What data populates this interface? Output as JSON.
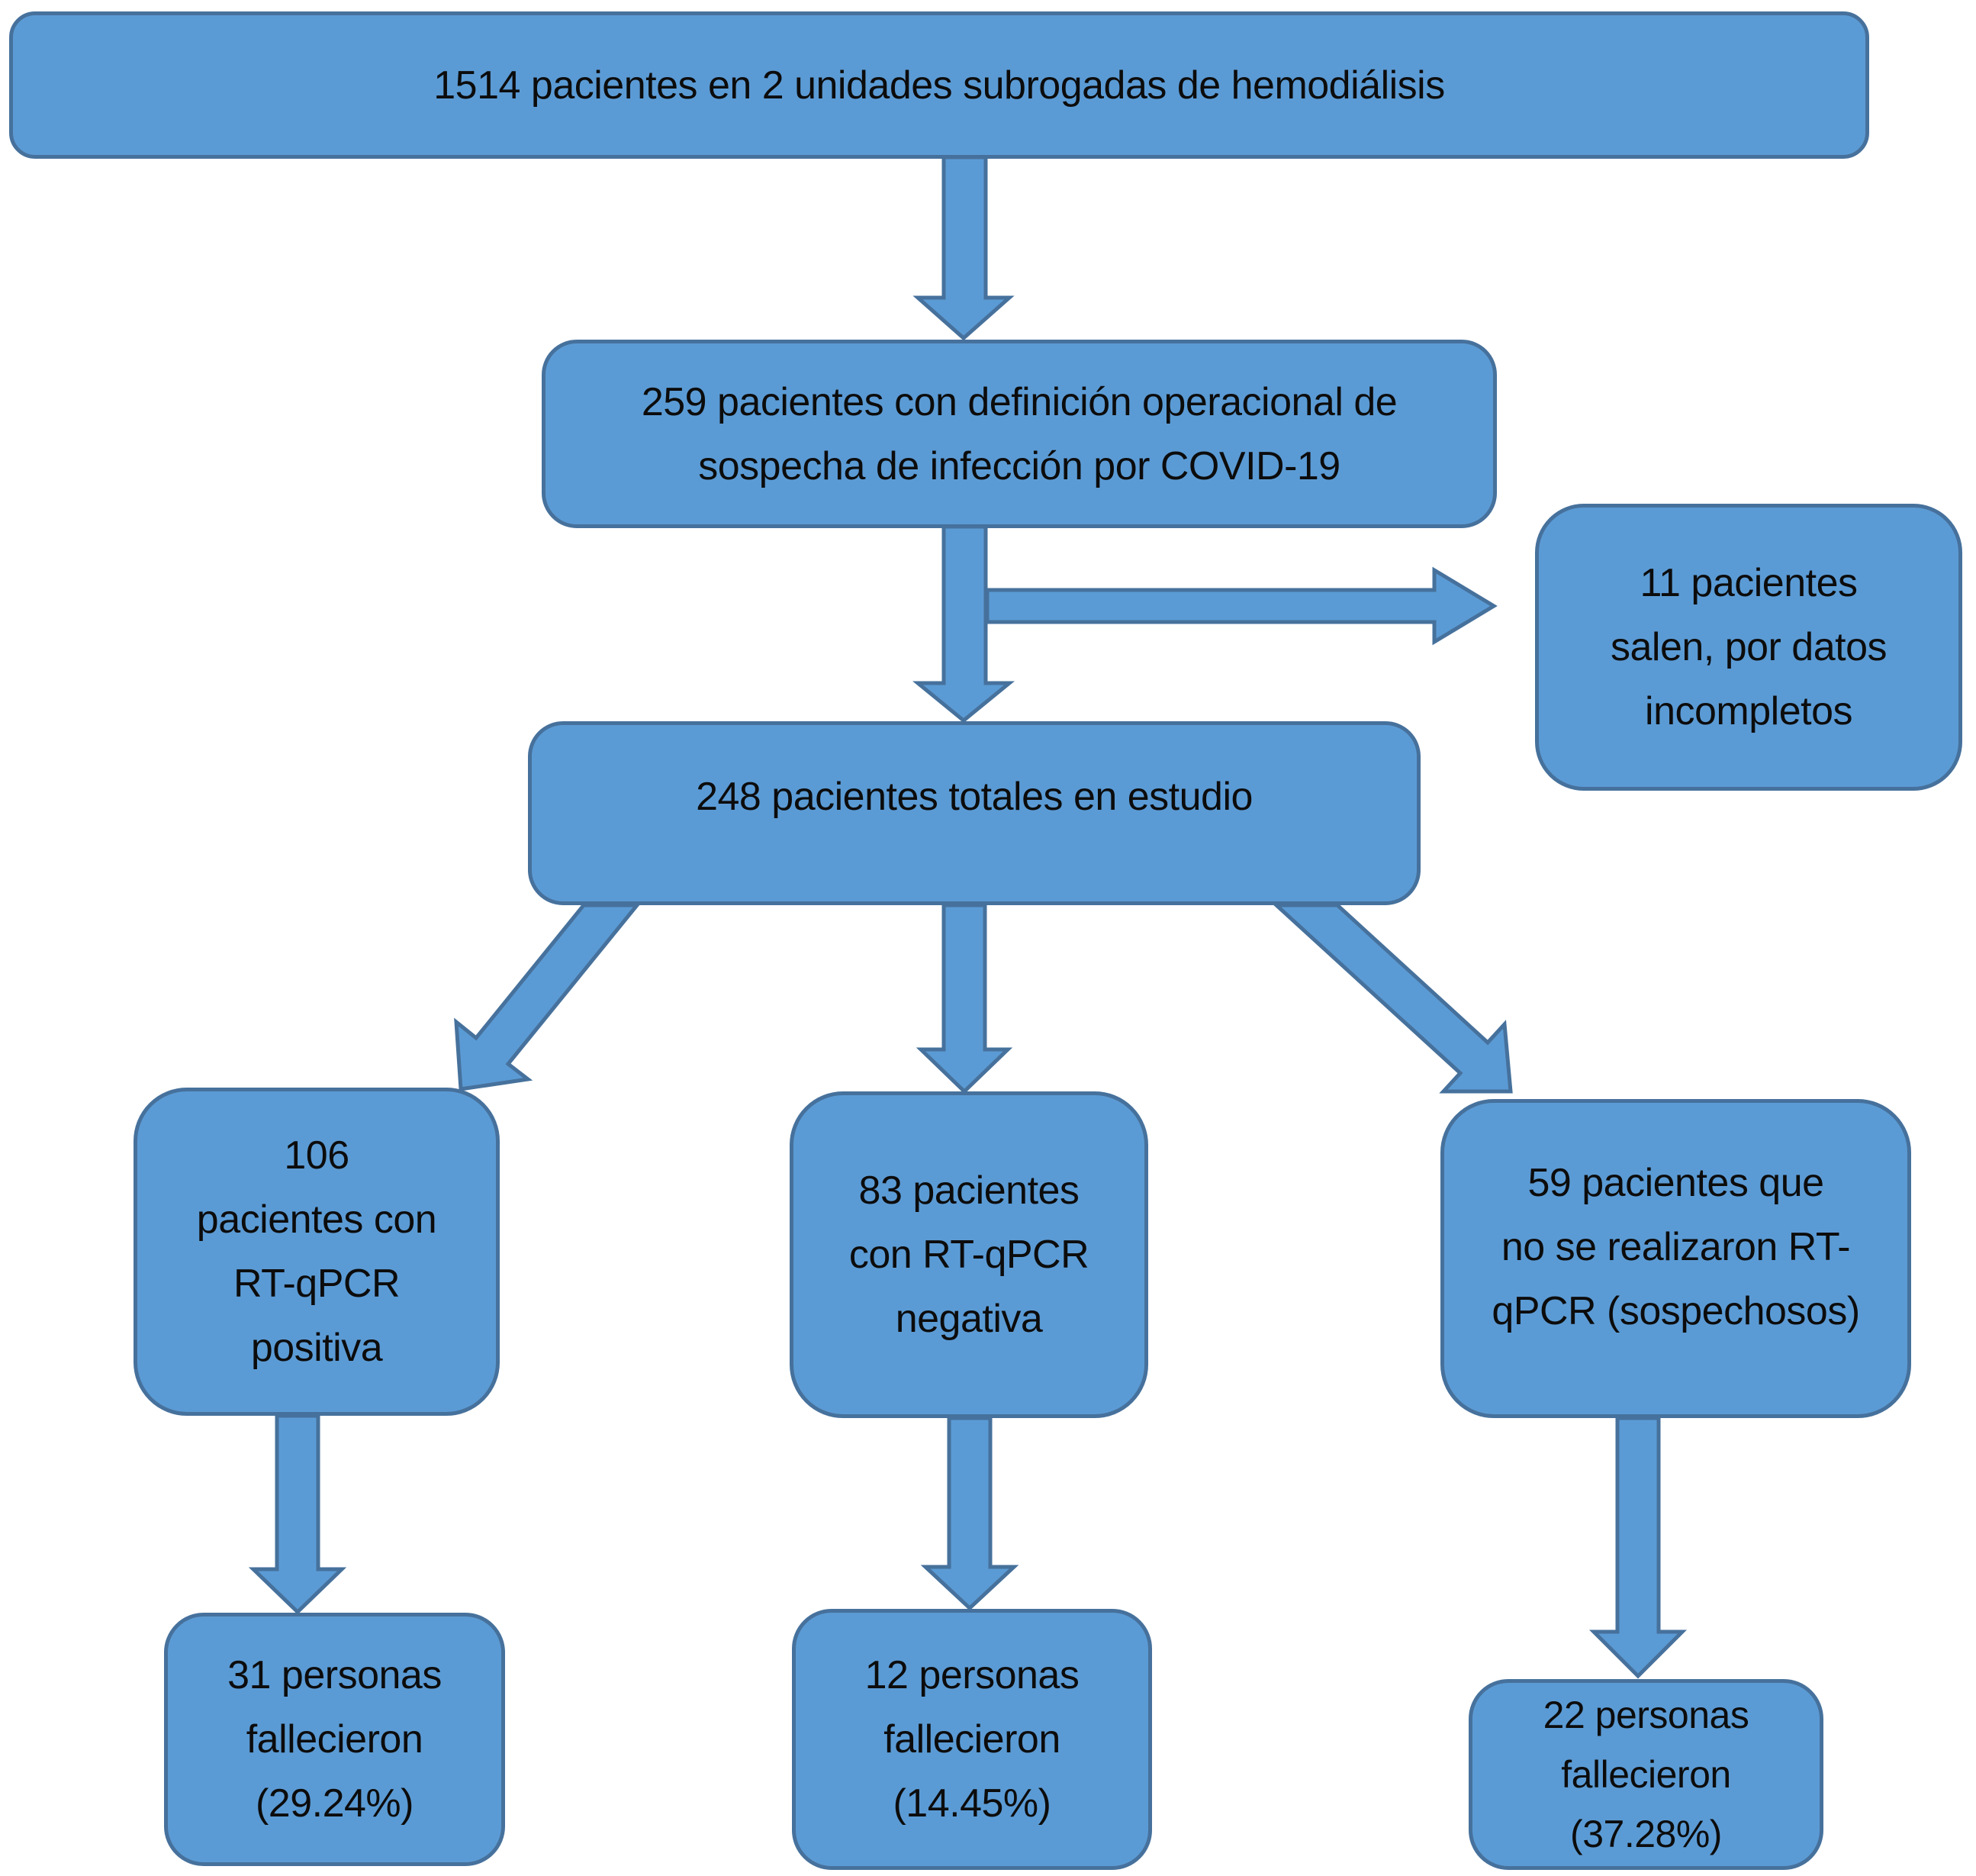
{
  "diagram": {
    "type": "patient-flowchart",
    "language": "es",
    "colors": {
      "node_fill": "#5b9bd5",
      "node_border": "#46719c",
      "arrow_fill": "#5b9bd5",
      "arrow_border": "#46719c",
      "text": "#0c0c0c",
      "background": "#ffffff"
    },
    "nodes": {
      "total": {
        "text": "1514 pacientes en 2 unidades subrogadas de hemodiálisis"
      },
      "suspected": {
        "text": "259 pacientes con definición operacional de\nsospecha de infección por COVID-19"
      },
      "excluded": {
        "text": "11 pacientes\nsalen, por datos\nincompletos"
      },
      "studied": {
        "text": "248 pacientes totales en estudio"
      },
      "pcr_positive": {
        "text": "106\npacientes con\nRT-qPCR\npositiva"
      },
      "pcr_negative": {
        "text": "83 pacientes\ncon RT-qPCR\nnegativa"
      },
      "no_pcr": {
        "text": "59 pacientes que\nno se realizaron RT-\nqPCR (sospechosos)"
      },
      "deaths_positive": {
        "text": "31 personas\nfallecieron\n(29.24%)"
      },
      "deaths_negative": {
        "text": "12 personas\nfallecieron\n(14.45%)"
      },
      "deaths_no_pcr": {
        "text": "22 personas\nfallecieron\n(37.28%)"
      }
    },
    "edges": [
      {
        "from": "total",
        "to": "suspected",
        "direction": "down"
      },
      {
        "from": "suspected",
        "to": "excluded",
        "direction": "right"
      },
      {
        "from": "suspected",
        "to": "studied",
        "direction": "down"
      },
      {
        "from": "studied",
        "to": "pcr_positive",
        "direction": "down-left"
      },
      {
        "from": "studied",
        "to": "pcr_negative",
        "direction": "down"
      },
      {
        "from": "studied",
        "to": "no_pcr",
        "direction": "down-right"
      },
      {
        "from": "pcr_positive",
        "to": "deaths_positive",
        "direction": "down"
      },
      {
        "from": "pcr_negative",
        "to": "deaths_negative",
        "direction": "down"
      },
      {
        "from": "no_pcr",
        "to": "deaths_no_pcr",
        "direction": "down"
      }
    ]
  }
}
